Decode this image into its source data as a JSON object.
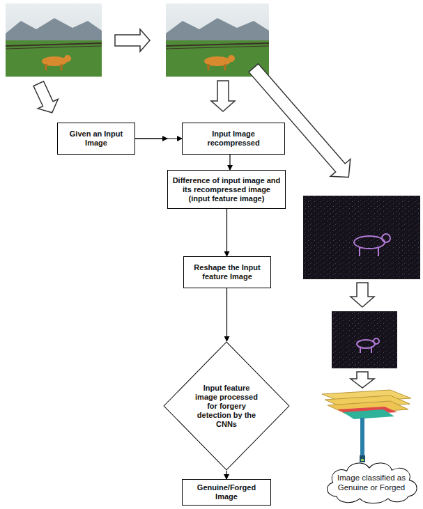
{
  "diagram": {
    "nodes": [
      {
        "text": [
          "Given an Input Image"
        ]
      },
      {
        "text": [
          "Input Image recompressed"
        ]
      },
      {
        "text": [
          "Difference of input image and its recompressed image (input feature image)"
        ]
      },
      {
        "text": [
          "Reshape the Input feature Image"
        ]
      },
      {
        "text": [
          "Input feature image processed for forgery detection by the CNNs"
        ]
      },
      {
        "text": [
          "Genuine/Forged Image"
        ]
      },
      {
        "text": [
          "Image classified as Genuine or Forged"
        ]
      }
    ],
    "edges": [
      {
        "from": 0,
        "to": 1,
        "arrow": "to"
      },
      {
        "from": 0,
        "to": 2,
        "arrow": "to"
      },
      {
        "from": 1,
        "to": 2,
        "arrow": "to"
      },
      {
        "from": 2,
        "to": 3,
        "arrow": "to"
      },
      {
        "from": 3,
        "to": 4,
        "arrow": "to"
      },
      {
        "from": 4,
        "to": 5,
        "arrow": "to"
      }
    ]
  }
}
